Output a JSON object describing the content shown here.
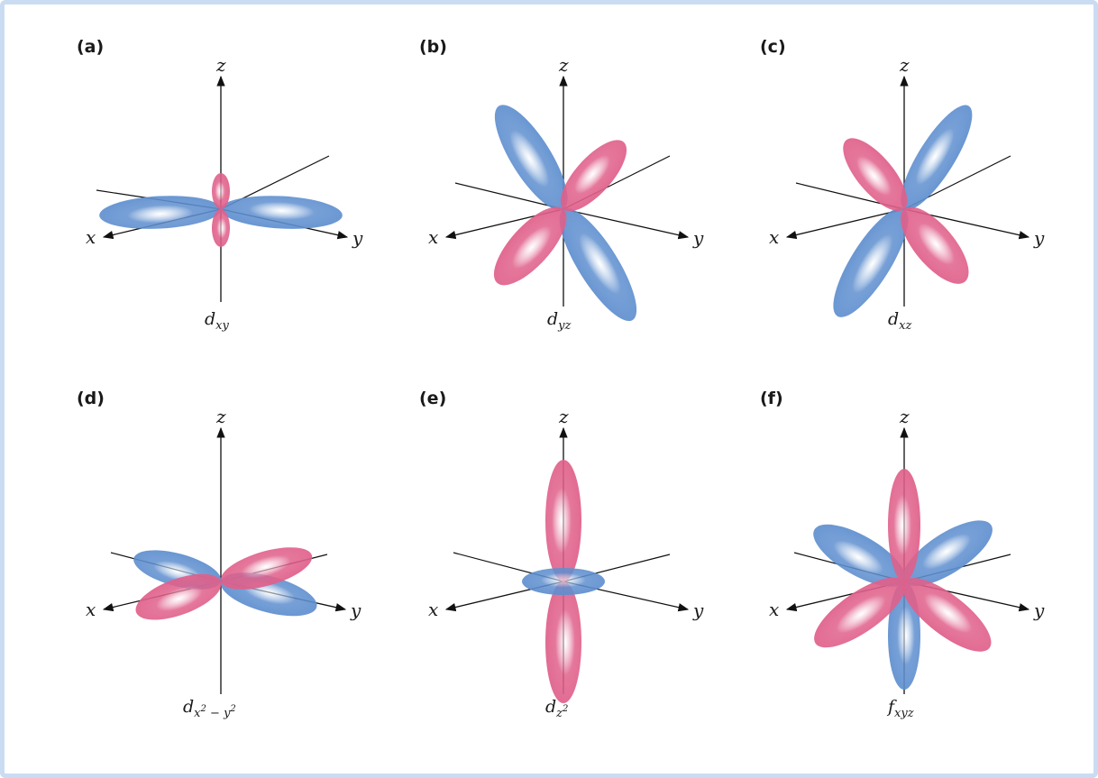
{
  "panels": [
    {
      "label": "(a)",
      "orbital": {
        "main": "d",
        "sub": "xy"
      }
    },
    {
      "label": "(b)",
      "orbital": {
        "main": "d",
        "sub": "yz"
      }
    },
    {
      "label": "(c)",
      "orbital": {
        "main": "d",
        "sub": "xz"
      }
    },
    {
      "label": "(d)",
      "orbital": {
        "main": "d",
        "sub1": "x",
        "sup1": "2",
        "mid": " − ",
        "sub2": "y",
        "sup2": "2"
      }
    },
    {
      "label": "(e)",
      "orbital": {
        "main": "d",
        "sub1": "z",
        "sup1": "2"
      }
    },
    {
      "label": "(f)",
      "orbital": {
        "main": "f",
        "sub": "xyz"
      }
    }
  ],
  "axes": {
    "x": "x",
    "y": "y",
    "z": "z"
  },
  "colors": {
    "blue_lobe": "#5f8fcf",
    "pink_lobe": "#e0608a",
    "axis": "#111111",
    "frame": "#c9dcf2"
  }
}
